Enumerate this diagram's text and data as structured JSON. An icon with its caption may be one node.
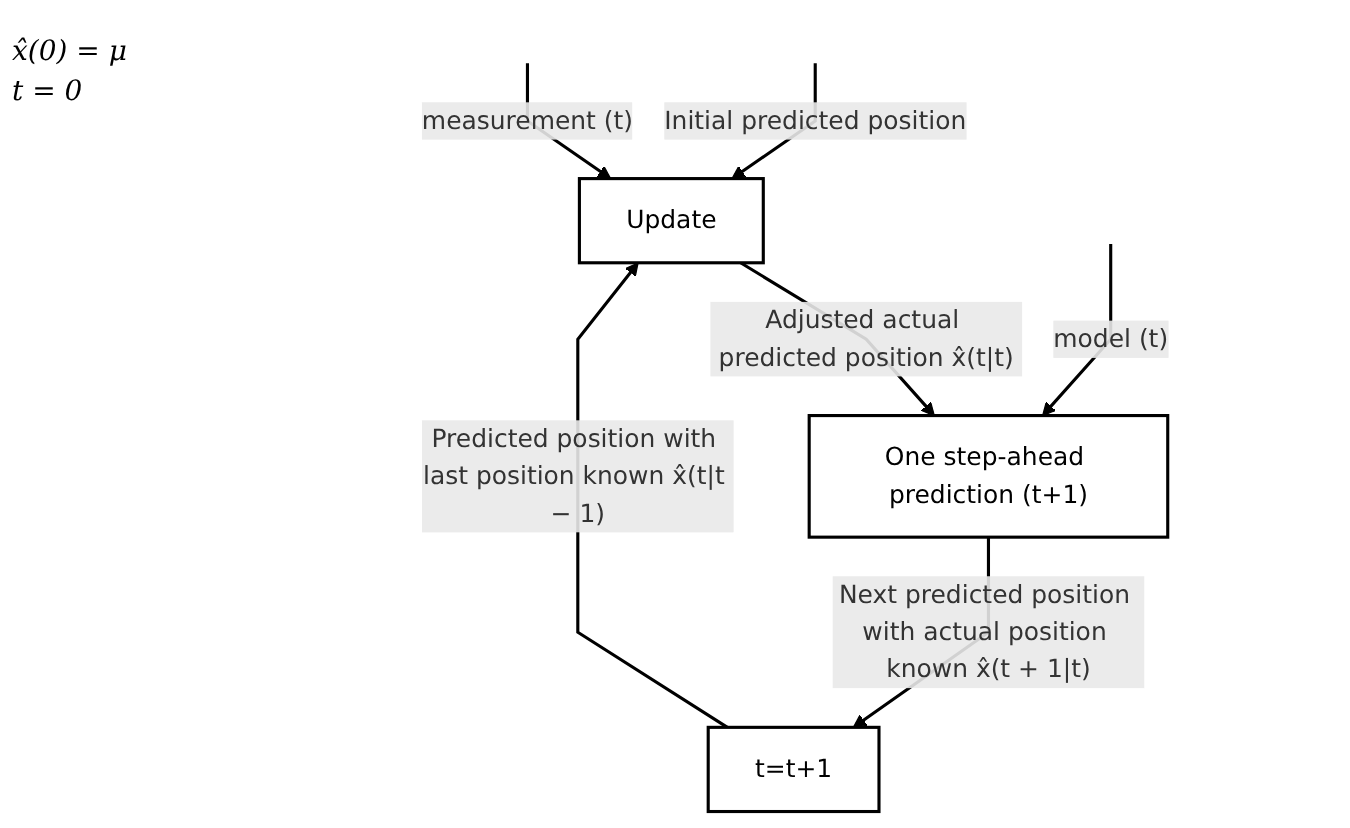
{
  "diagram": {
    "nodes": [
      {
        "text": [
          "Update"
        ]
      },
      {
        "text": [
          "t=t+1"
        ]
      },
      {
        "text": [
          "One step-ahead prediction (t+1)"
        ]
      }
    ],
    "edges": [
      {
        "from": null,
        "to": 0,
        "arrow": "to",
        "label": "Initial predicted position"
      },
      {
        "from": 1,
        "to": 0,
        "arrow": "to",
        "label": "Predicted position with last position known x̂(t|t − 1)"
      },
      {
        "from": null,
        "to": 0,
        "arrow": "to",
        "label": "measurement (t)"
      },
      {
        "from": 0,
        "to": 2,
        "arrow": "to",
        "label": "Adjusted actual predicted position x̂(t|t)"
      },
      {
        "from": null,
        "to": 2,
        "arrow": "to",
        "label": "model (t)"
      },
      {
        "from": 2,
        "to": 1,
        "arrow": "to",
        "label": "Next predicted position with actual position known x̂(t + 1|t)"
      }
    ],
    "labels": [
      "x̂(0) = μ",
      "t = 0"
    ]
  }
}
